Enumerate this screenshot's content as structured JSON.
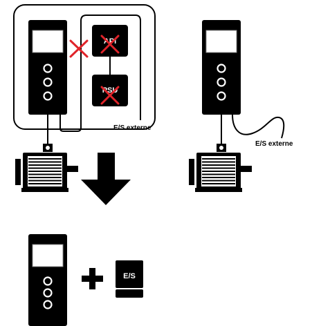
{
  "labels": {
    "plc": "API",
    "psu": "PSU",
    "io_left": "E/S externe",
    "io_right": "E/S externe",
    "io_module": "E/S"
  },
  "colors": {
    "device": "#000000",
    "screen": "#ffffff",
    "cross": "#e0242a",
    "line": "#000000",
    "background": "#ffffff"
  },
  "icons": {
    "cross": "cross-mark-icon",
    "arrow": "down-arrow-icon",
    "plus": "plus-icon",
    "motor": "motor-icon"
  }
}
